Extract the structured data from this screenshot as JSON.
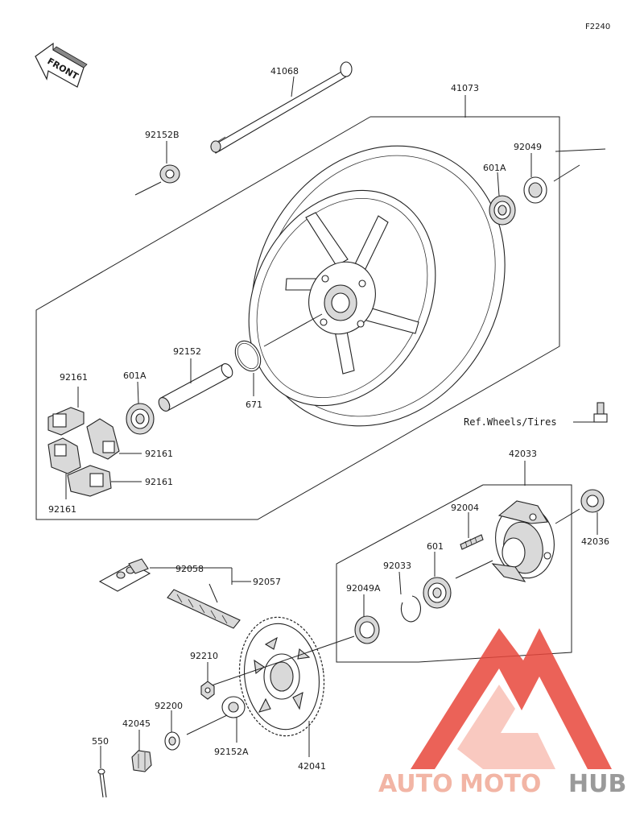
{
  "diagram_code": "F2240",
  "front_label": "FRONT",
  "labels": {
    "p41068": "41068",
    "p41073": "41073",
    "p92152B": "92152B",
    "p92049": "92049",
    "p601A_top": "601A",
    "p92152": "92152",
    "p671": "671",
    "p92161_a": "92161",
    "p601A_left": "601A",
    "p92161_b": "92161",
    "p92161_c": "92161",
    "p92161_d": "92161",
    "ref_wheels": "Ref.Wheels/Tires",
    "p42033": "42033",
    "p92004": "92004",
    "p42036": "42036",
    "p601": "601",
    "p92033": "92033",
    "p92049A": "92049A",
    "p92058": "92058",
    "p92057": "92057",
    "p92210": "92210",
    "p92200": "92200",
    "p42045": "42045",
    "p550": "550",
    "p92152A": "92152A",
    "p42041": "42041"
  },
  "watermark": {
    "part1": "AUTO",
    "part2": "MOTO",
    "part3": "HUB",
    "colors": {
      "logo": "#e8473c",
      "text_light": "#f2b5a5",
      "text_dark": "#9a9a9a"
    }
  }
}
